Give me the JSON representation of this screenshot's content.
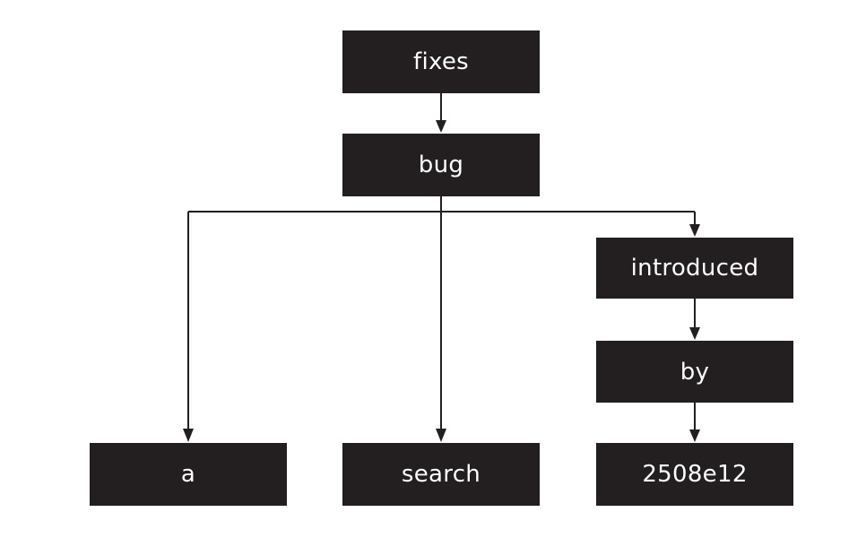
{
  "diagram": {
    "nodes": {
      "fixes": "fixes",
      "bug": "bug",
      "introduced": "introduced",
      "by": "by",
      "a": "a",
      "search": "search",
      "hash": "2508e12"
    },
    "edges": [
      {
        "from": "fixes",
        "to": "bug"
      },
      {
        "from": "bug",
        "to": "a"
      },
      {
        "from": "bug",
        "to": "search"
      },
      {
        "from": "bug",
        "to": "introduced"
      },
      {
        "from": "introduced",
        "to": "by"
      },
      {
        "from": "by",
        "to": "2508e12"
      }
    ],
    "colors": {
      "node_fill": "#231f20",
      "node_text": "#ffffff",
      "edge": "#231f20",
      "background": "#ffffff"
    }
  }
}
